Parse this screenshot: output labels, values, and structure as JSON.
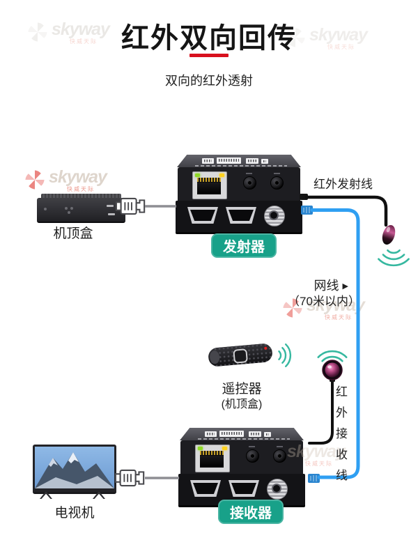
{
  "header": {
    "title": "红外双向回传",
    "subtitle": "双向的红外透射"
  },
  "watermark": {
    "brand": "skyway",
    "tagline": "快威天际"
  },
  "nodes": {
    "stb": {
      "label": "机顶盒"
    },
    "transmitter": {
      "label": "发射器"
    },
    "receiver": {
      "label": "接收器"
    },
    "remote": {
      "label": "遥控器",
      "sublabel": "(机顶盒)"
    },
    "tv": {
      "label": "电视机"
    }
  },
  "cables": {
    "ir_tx": {
      "label": "红外发射线"
    },
    "network": {
      "label": "网线",
      "arrow": "▶",
      "sublabel": "（70米以内）"
    },
    "ir_rx": {
      "chars": [
        "红",
        "外",
        "接",
        "收",
        "线"
      ]
    }
  },
  "colors": {
    "accent_red": "#d8101e",
    "pill_teal": "#18a189",
    "cable_blue": "#2f9ff2",
    "arc_teal": "#36b8a0",
    "ir_pink": "#c4538f"
  }
}
